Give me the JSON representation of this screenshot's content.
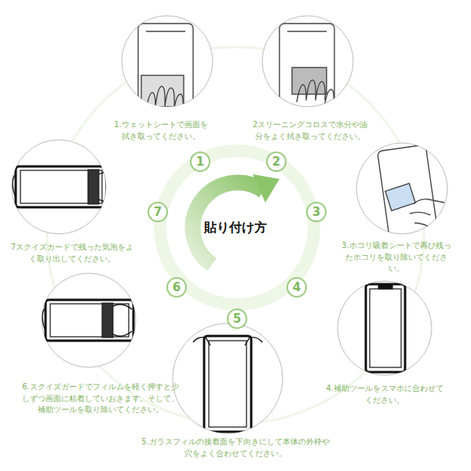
{
  "diagram": {
    "title": "貼り付け方",
    "nodes": [
      {
        "text": [
          "1"
        ]
      },
      {
        "text": [
          "2"
        ]
      },
      {
        "text": [
          "3"
        ]
      },
      {
        "text": [
          "4"
        ]
      },
      {
        "text": [
          "5"
        ]
      },
      {
        "text": [
          "6"
        ]
      },
      {
        "text": [
          "7"
        ]
      }
    ],
    "labels": [
      "1.ウェットシートで画面を拭き取ってください。",
      "2スリーニングコロスで水分や油分をよく拭き取ってください。",
      "3.ホコリ吸着シートで再び残ったホコリを取り除いてください。",
      "4.補助ツールをスマホに合わせてください。",
      "5.ガラスフィルの接着面を下向きにして本体の外枠や穴をよく合わせてください。",
      "6.スクイズガードでフィルムを軽く押すと少しずつ画面に粘着していおきます。そして、補助ツールを取り除いてください。",
      "7スクイズカードで残った気泡をよく取り出してください。"
    ]
  }
}
